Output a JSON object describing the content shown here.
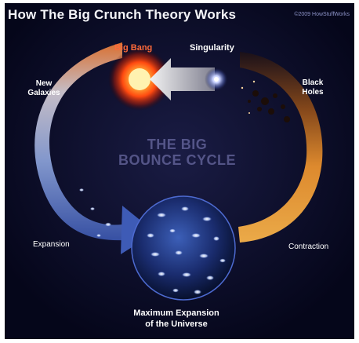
{
  "header": {
    "title": "How The Big Crunch Theory Works",
    "copyright": "©2009 HowStuffWorks"
  },
  "diagram": {
    "center_label_line1": "THE BIG",
    "center_label_line2": "BOUNCE CYCLE",
    "labels": {
      "big_bang": "Big Bang",
      "singularity": "Singularity",
      "new_galaxies_line1": "New",
      "new_galaxies_line2": "Galaxies",
      "black_holes_line1": "Black",
      "black_holes_line2": "Holes",
      "expansion": "Expansion",
      "contraction": "Contraction",
      "max_line1": "Maximum Expansion",
      "max_line2": "of the Universe"
    },
    "colors": {
      "background": "#07081a",
      "ring_blue": "#7f9ad8",
      "ring_orange": "#e3892c",
      "big_bang_glow": "#ff5a1a",
      "big_bang_label": "#ff6a3a",
      "universe_sphere": "#1a2a66"
    }
  }
}
